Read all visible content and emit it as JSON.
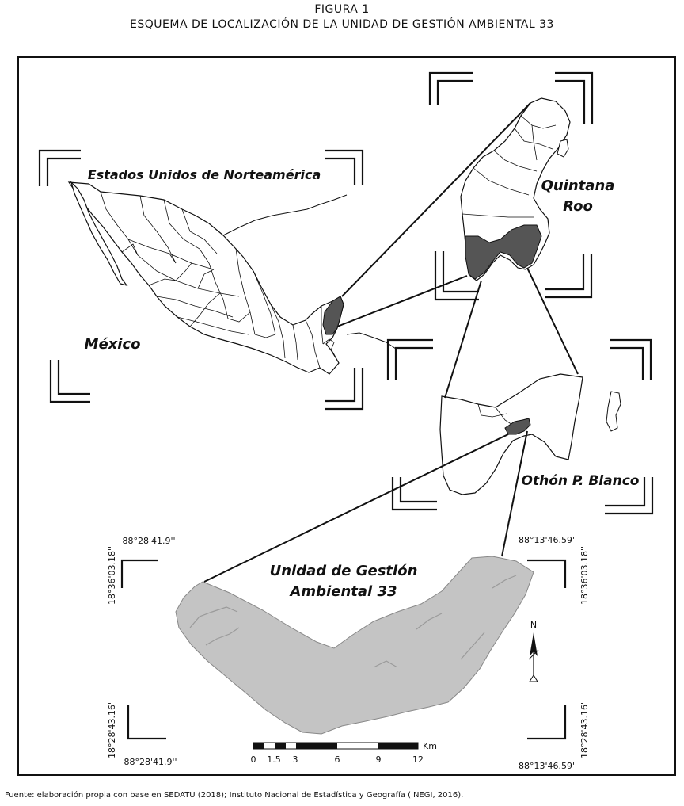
{
  "figure": {
    "number": "FIGURA 1",
    "title": "ESQUEMA DE LOCALIZACIÓN DE LA UNIDAD DE GESTIÓN AMBIENTAL 33"
  },
  "labels": {
    "usa": "Estados Unidos de Norteamérica",
    "mexico": "México",
    "quintana_roo_line1": "Quintana",
    "quintana_roo_line2": "Roo",
    "othon_p_blanco": "Othón P. Blanco",
    "uga_line1": "Unidad de Gestión",
    "uga_line2": "Ambiental 33"
  },
  "coordinates": {
    "top_left_lon": "88°28'41.9''",
    "top_left_lat": "18°36'03.18''",
    "top_right_lon": "88°13'46.59''",
    "top_right_lat": "18°36'03.18''",
    "bottom_left_lon": "88°28'41.9''",
    "bottom_left_lat": "18°28'43.16''",
    "bottom_right_lon": "88°13'46.59''",
    "bottom_right_lat": "18°28'43.16''"
  },
  "scale_bar": {
    "unit": "Km",
    "ticks": [
      "0",
      "1.5",
      "3",
      "6",
      "9",
      "12"
    ]
  },
  "north_arrow": {
    "label": "N"
  },
  "colors": {
    "highlight_fill": "#555555",
    "relief_fill": "#c4c4c4",
    "outline": "#111111"
  },
  "source": "Fuente: elaboración propia con base en SEDATU (2018); Instituto Nacional de Estadística y Geografía (INEGI, 2016)."
}
